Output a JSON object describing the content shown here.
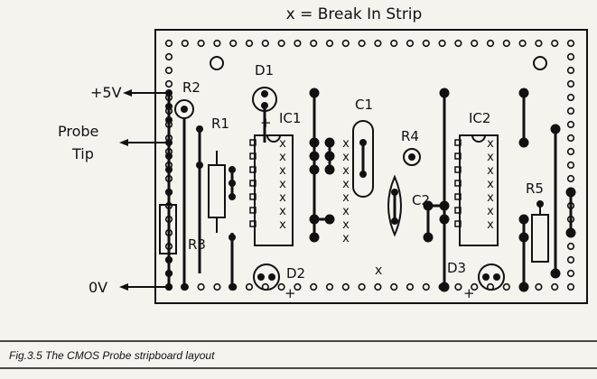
{
  "title": "x = Break In Strip",
  "caption": "Fig.3.5  The CMOS Probe stripboard layout",
  "terminals": {
    "plus5v": "+5V",
    "probe_line1": "Probe",
    "probe_line2": "Tip",
    "zero_v": "0V"
  },
  "components": {
    "d1": "D1",
    "d2": "D2",
    "d3": "D3",
    "r1": "R1",
    "r2": "R2",
    "r3": "R3",
    "r4": "R4",
    "r5": "R5",
    "c1": "C1",
    "c2": "C2",
    "ic1": "IC1",
    "ic2": "IC2"
  },
  "polarity_mark": "+",
  "break_mark": "x"
}
